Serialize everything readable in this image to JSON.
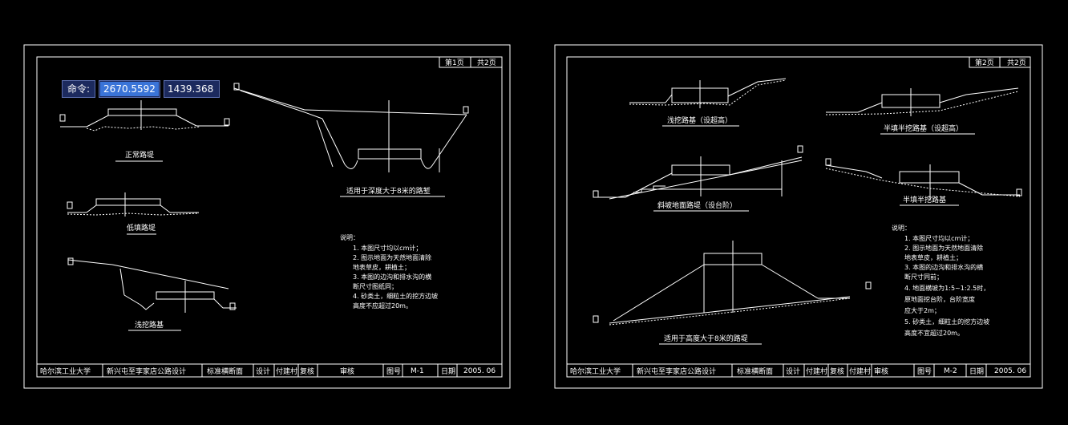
{
  "command_bar": {
    "label": "命令:",
    "value_x": "2670.5592",
    "value_y": "1439.368"
  },
  "sheet1": {
    "page_label": "第1页",
    "total_label": "共2页",
    "captions": {
      "fill_normal": "正常路堤",
      "low_fill": "低填路堤",
      "shallow_cut": "浅挖路基",
      "deep_cut": "适用于深度大于8米的路堑"
    },
    "notes_title": "说明：",
    "notes": [
      "1. 本图尺寸均以cm计；",
      "2. 图示地面为天然地面清除",
      "   地表草皮，耕植土；",
      "3. 本图的边沟和排水沟的横",
      "   断尺寸图纸同；",
      "4. 砂类土，细粒土的挖方边坡",
      "   高度不应超过20m。"
    ],
    "title_block": {
      "school": "哈尔滨工业大学",
      "project": "新兴屯至李家店公路设计",
      "drawing": "标准横断面",
      "design": "设计",
      "designer": "付建村",
      "check": "复核",
      "review": "审核",
      "drawing_no_label": "图号",
      "drawing_no": "M-1",
      "date_label": "日期",
      "date": "2005. 06"
    }
  },
  "sheet2": {
    "page_label": "第2页",
    "total_label": "共2页",
    "captions": {
      "shallow_cut_raised": "浅挖路基（设超高）",
      "half_fill_raised": "半填半挖路基（设超高）",
      "slope_ground": "斜坡地面路堤（设台阶）",
      "half_fill": "半填半挖路基",
      "high_fill": "适用于高度大于8米的路堤"
    },
    "notes_title": "说明：",
    "notes": [
      "1. 本图尺寸均以cm计；",
      "2. 图示地面为天然地面清除",
      "   地表草皮，耕植土；",
      "3. 本图的边沟和排水沟的横",
      "   断尺寸同前；",
      "4. 地面横坡为1:5~1:2.5时，",
      "   原地面挖台阶，台阶宽度",
      "   应大于2m；",
      "5. 砂类土，细粒土的挖方边坡",
      "   高度不宜超过20m。"
    ],
    "title_block": {
      "school": "哈尔滨工业大学",
      "project": "新兴屯至李家店公路设计",
      "drawing": "标准横断面",
      "design": "设计",
      "designer": "付建村",
      "check": "复核",
      "designer2": "付建村",
      "review": "审核",
      "drawing_no_label": "图号",
      "drawing_no": "M-2",
      "date_label": "日期",
      "date": "2005. 06"
    }
  },
  "colors": {
    "background": "#000000",
    "line": "#ffffff",
    "caption": "#ffffff",
    "command_bg": "#1c2a5e",
    "selection": "#3a74d8"
  }
}
